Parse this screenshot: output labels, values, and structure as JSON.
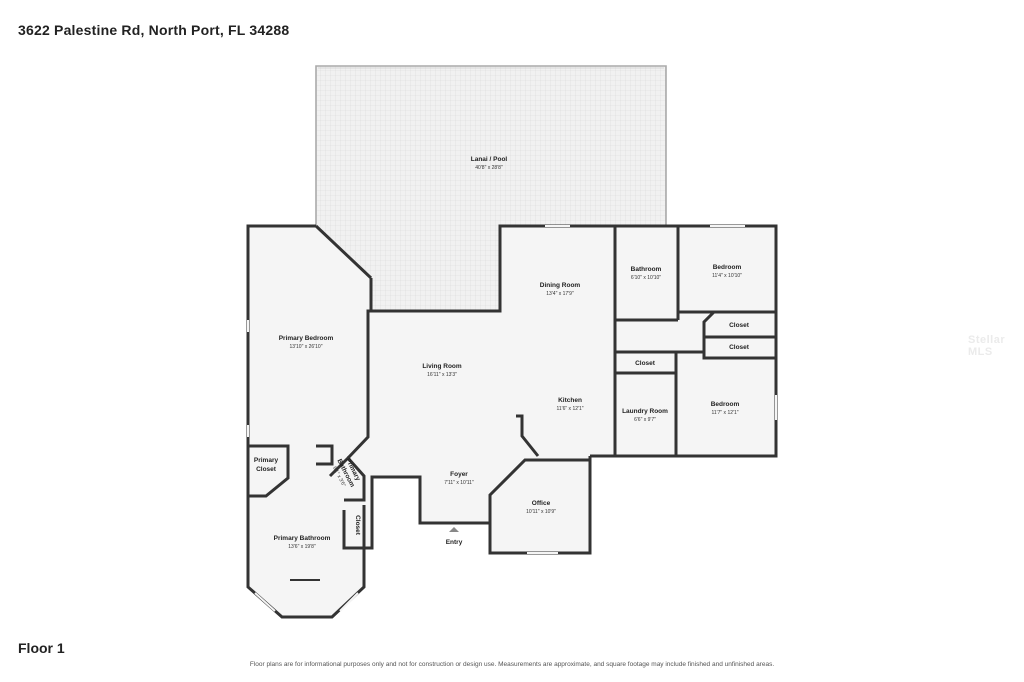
{
  "address": "3622 Palestine Rd, North Port, FL 34288",
  "floor_label": "Floor 1",
  "disclaimer": "Floor plans are for informational purposes only and not for construction or design use. Measurements are approximate, and square footage may include finished and unfinished areas.",
  "watermark": "Stellar MLS",
  "rooms": {
    "lanai": {
      "name": "Lanai / Pool",
      "dims": "40'8\" x 28'8\""
    },
    "primary_bedroom": {
      "name": "Primary Bedroom",
      "dims": "13'10\" x 26'10\""
    },
    "living_room": {
      "name": "Living Room",
      "dims": "16'11\" x 13'3\""
    },
    "dining_room": {
      "name": "Dining Room",
      "dims": "13'4\" x 17'9\""
    },
    "bathroom": {
      "name": "Bathroom",
      "dims": "6'10\" x 10'10\""
    },
    "bedroom_1": {
      "name": "Bedroom",
      "dims": "11'4\" x 10'10\""
    },
    "closet_1": {
      "name": "Closet"
    },
    "closet_2": {
      "name": "Closet"
    },
    "closet_3": {
      "name": "Closet"
    },
    "kitchen": {
      "name": "Kitchen",
      "dims": "11'6\" x 12'1\""
    },
    "laundry_room": {
      "name": "Laundry Room",
      "dims": "6'6\" x 9'7\""
    },
    "bedroom_2": {
      "name": "Bedroom",
      "dims": "11'7\" x 12'1\""
    },
    "primary_closet": {
      "name_line1": "Primary",
      "name_line2": "Closet"
    },
    "primary_bathroom_small": {
      "name_line1": "Primary",
      "name_line2": "Bathroom",
      "dims": "6'1\" x 3'6\""
    },
    "foyer": {
      "name": "Foyer",
      "dims": "7'11\" x 10'11\""
    },
    "office": {
      "name": "Office",
      "dims": "10'11\" x 10'9\""
    },
    "closet_4": {
      "name": "Closet"
    },
    "primary_bathroom": {
      "name": "Primary Bathroom",
      "dims": "13'6\" x 19'8\""
    },
    "entry": {
      "name": "Entry"
    }
  }
}
